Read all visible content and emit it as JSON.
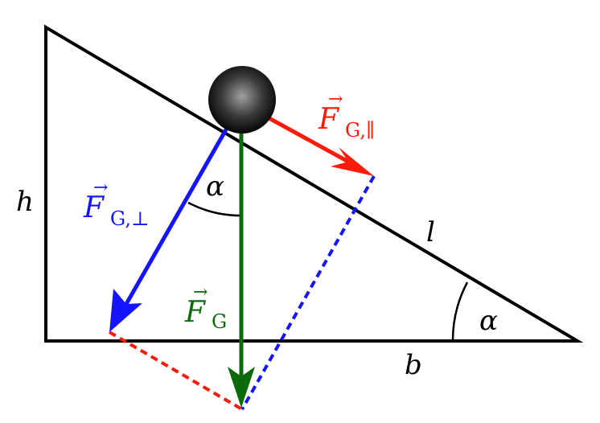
{
  "labels": {
    "height": "h",
    "length": "l",
    "base": "b",
    "angle_incline": "α",
    "angle_forces": "α",
    "force_symbol": "F",
    "gravity_sub": "G",
    "parallel_sub": "G,∥",
    "perpendicular_sub": "G,⊥"
  },
  "colors": {
    "outline": "#000000",
    "gravity": "#0b6b0b",
    "parallel": "#ff1a0a",
    "perpendicular": "#1414ff",
    "ball_light": "#9a9a9a",
    "ball_dark": "#050505"
  }
}
